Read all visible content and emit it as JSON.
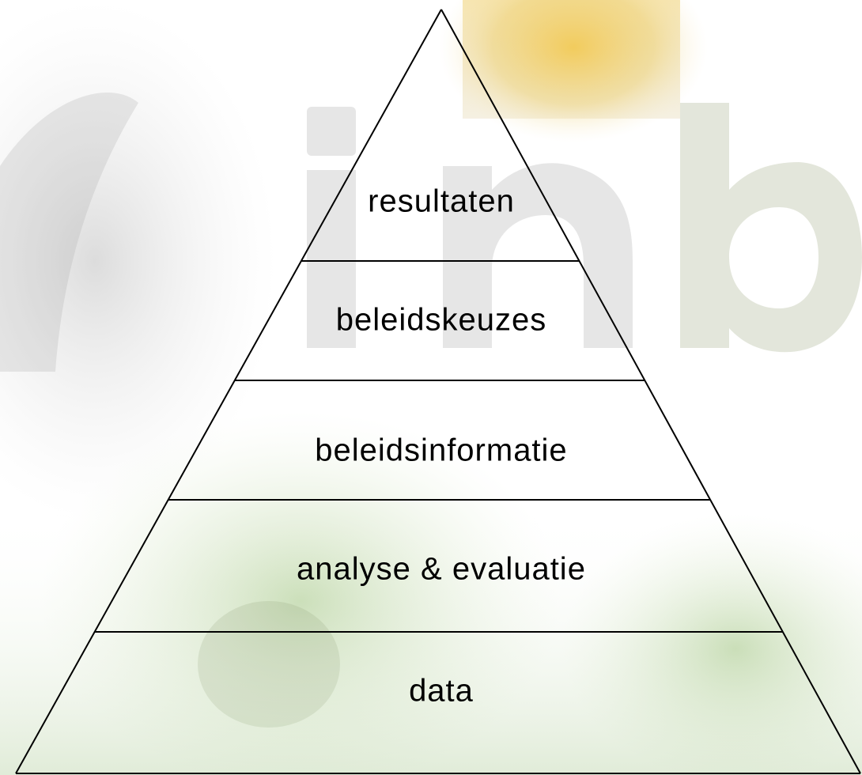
{
  "diagram": {
    "type": "pyramid",
    "levels_top_to_bottom": [
      {
        "label": "resultaten"
      },
      {
        "label": "beleidskeuzes"
      },
      {
        "label": "beleidsinformatie"
      },
      {
        "label": "analyse & evaluatie"
      },
      {
        "label": "data"
      }
    ]
  },
  "colors": {
    "line": "#000000",
    "text": "#000000",
    "watermark_text": "#8c8c8c",
    "watermark_accent": "#c8b43c",
    "watermark_green": "#7aa65a",
    "watermark_yellow": "#e7b82a"
  },
  "watermark": {
    "text": "inb"
  }
}
